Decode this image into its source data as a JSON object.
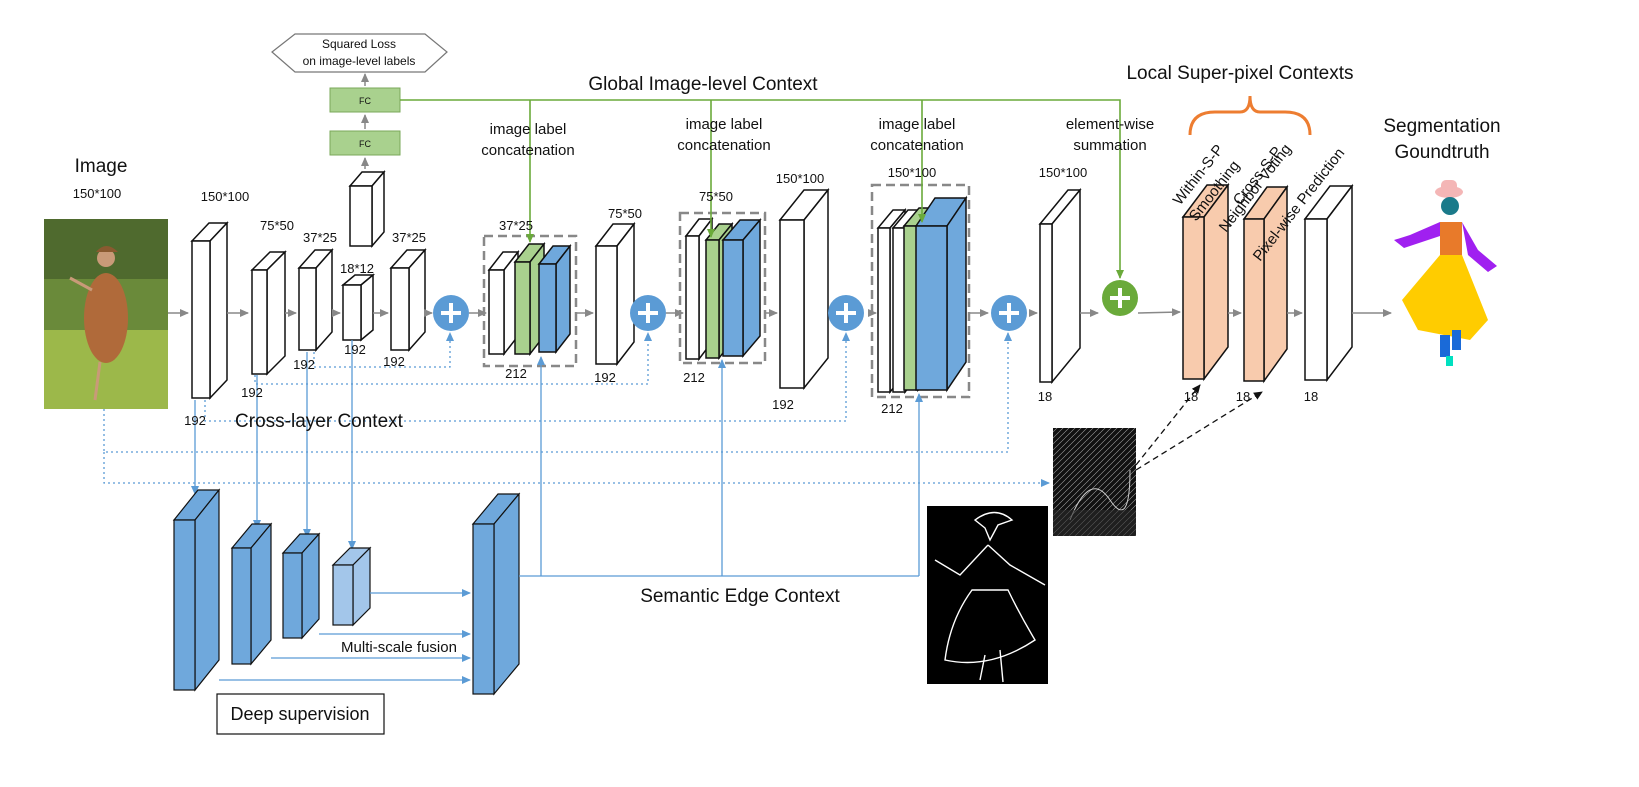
{
  "labels": {
    "image_title": "Image",
    "image_size": "150*100",
    "squared_loss_line1": "Squared Loss",
    "squared_loss_line2": "on image-level labels",
    "fc1": "FC",
    "fc2": "FC",
    "global_context": "Global Image-level Context",
    "local_context": "Local Super-pixel  Contexts",
    "segmentation_line1": "Segmentation",
    "segmentation_line2": "Goundtruth",
    "concat_a_line1": "image label",
    "concat_a_line2": "concatenation",
    "concat_b_line1": "image label",
    "concat_b_line2": "concatenation",
    "concat_c_line1": "image label",
    "concat_c_line2": "concatenation",
    "summation_line1": "element-wise",
    "summation_line2": "summation",
    "cross_layer": "Cross-layer Context",
    "semantic_edge": "Semantic Edge Context",
    "multi_scale": "Multi-scale fusion",
    "deep_supervision": "Deep supervision",
    "within_sp_line1": "Within-S-P",
    "within_sp_line2": "Smoothing",
    "cross_sp_line1": "Cross-S-P",
    "cross_sp_line2": "Neighbor Voting",
    "pixel_pred": "Pixel-wise Prediction"
  },
  "dims": {
    "d1": "150*100",
    "d2": "75*50",
    "d3": "37*25",
    "d4": "18*12",
    "d5": "37*25",
    "d6": "37*25",
    "d7": "75*50",
    "d8": "75*50",
    "d9": "150*100",
    "d10": "150*100",
    "d11": "150*100"
  },
  "channels": {
    "c1": "192",
    "c2": "192",
    "c3": "192",
    "c4": "192",
    "c5": "192",
    "c6": "212",
    "c7": "192",
    "c8": "212",
    "c9": "192",
    "c10": "212",
    "c11": "18",
    "c12": "18",
    "c13": "18",
    "c14": "18"
  },
  "colors": {
    "green": "#6aaa3a",
    "fc_fill": "#a9d18e",
    "blue_feature": "#6fa8dc",
    "blue_plus": "#5b9bd5",
    "peach": "#f8cbad",
    "orange_brace": "#ed7d31",
    "dotted": "#5b9bd5",
    "arrow_gray": "#888888"
  }
}
